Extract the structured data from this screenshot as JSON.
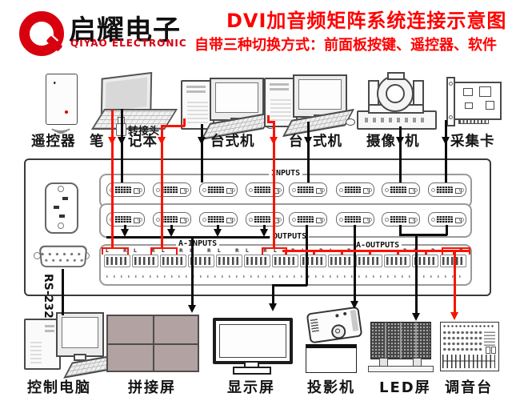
{
  "header": {
    "logo": {
      "brand_cn": "启耀电子",
      "brand_en": "QIYAO ELECTRONIC",
      "icon": "q-ring-logo",
      "brand_red": "#d8000f"
    },
    "title": "DVI加音频矩阵系统连接示意图",
    "subtitle": "自带三种切换方式：前面板按键、遥控器、软件",
    "title_color": "#ff0000"
  },
  "sources": {
    "remote": {
      "label": "遥控器"
    },
    "laptop": {
      "label_part1": "笔",
      "label_part2": "记本",
      "adapter_label": "转接头"
    },
    "desktop1": {
      "label": "台式机"
    },
    "desktop2": {
      "label_part1": "台",
      "label_part2": "式机"
    },
    "camera": {
      "label_part1": "摄像",
      "label_part2": "机"
    },
    "capture": {
      "label": "采集卡"
    }
  },
  "matrix": {
    "inputs_label": "INPUTS",
    "outputs_label": "OUTPUTS",
    "a_inputs_label": "A-INPUTS",
    "a_outputs_label": "A-OUTPUTS",
    "rs232_label": "RS-232",
    "dvi_ports_per_row": 8,
    "audio_terminal_groups": 13
  },
  "sinks": {
    "control_pc": {
      "label": "控制电脑"
    },
    "video_wall": {
      "label": "拼接屏"
    },
    "display": {
      "label": "显示屏"
    },
    "projector": {
      "label": "投影机"
    },
    "led": {
      "label": "LED屏"
    },
    "mixer": {
      "label": "调音台"
    }
  },
  "colors": {
    "cable_video": "#0c0c0c",
    "cable_audio": "#f81400",
    "wall_panel": "#b3a2a2",
    "accent_red": "#ff0000"
  }
}
